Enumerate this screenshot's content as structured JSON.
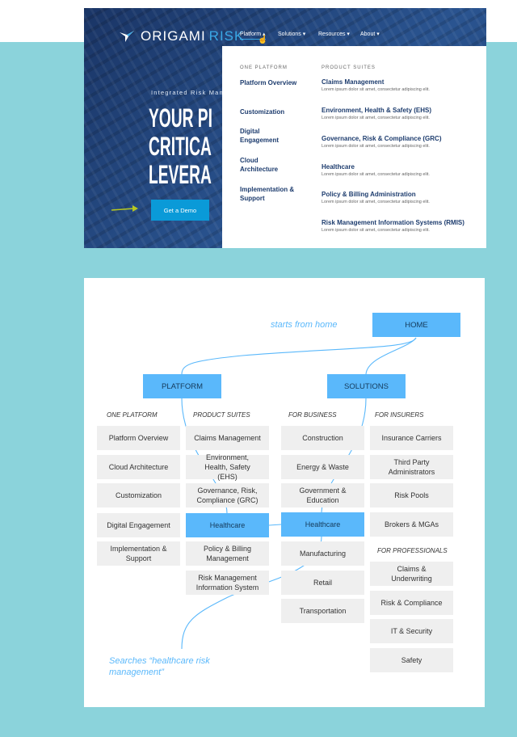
{
  "site": {
    "logo": {
      "word1": "ORIGAMI",
      "word2": "RISK"
    },
    "nav": [
      {
        "label": "Platform",
        "active": true
      },
      {
        "label": "Solutions"
      },
      {
        "label": "Resources"
      },
      {
        "label": "About"
      }
    ],
    "hero": {
      "subtitle": "Integrated Risk Man",
      "lines": [
        "YOUR PI",
        "CRITICA",
        "LEVERA"
      ],
      "cta": "Get a Demo"
    },
    "dropdown": {
      "one_platform": {
        "heading": "ONE PLATFORM",
        "items": [
          "Platform Overview",
          "Customization",
          "Digital Engagement",
          "Cloud Architecture",
          "Implementation & Support"
        ]
      },
      "product_suites": {
        "heading": "PRODUCT SUITES",
        "items": [
          {
            "title": "Claims Management",
            "desc": "Lorem ipsum dolor sit amet, consectetur adipiscing elit."
          },
          {
            "title": "Environment, Health & Safety (EHS)",
            "desc": "Lorem ipsum dolor sit amet, consectetur adipiscing elit."
          },
          {
            "title": "Governance, Risk & Compliance (GRC)",
            "desc": "Lorem ipsum dolor sit amet, consectetur adipiscing elit."
          },
          {
            "title": "Healthcare",
            "desc": "Lorem ipsum dolor sit amet, consectetur adipiscing elit."
          },
          {
            "title": "Policy & Billing Administration",
            "desc": "Lorem ipsum dolor sit amet, consectetur adipiscing elit."
          },
          {
            "title": "Risk Management Information Systems (RMIS)",
            "desc": "Lorem ipsum dolor sit amet, consectetur adipiscing elit."
          }
        ]
      }
    }
  },
  "flow": {
    "home": "HOME",
    "platform": "PLATFORM",
    "solutions": "SOLUTIONS",
    "note_start": "starts from home",
    "note_search": "Searches “healthcare risk management”",
    "columns": [
      {
        "heading": "ONE PLATFORM",
        "items": [
          "Platform Overview",
          "Cloud Architecture",
          "Customization",
          "Digital Engagement",
          "Implementation & Support"
        ]
      },
      {
        "heading": "PRODUCT SUITES",
        "items": [
          "Claims Management",
          "Environment, Health, Safety (EHS)",
          "Governance, Risk, Compliance (GRC)",
          "Healthcare",
          "Policy & Billing Management",
          "Risk Management Information System"
        ]
      },
      {
        "heading": "FOR BUSINESS",
        "items": [
          "Construction",
          "Energy & Waste",
          "Government & Education",
          "Healthcare",
          "Manufacturing",
          "Retail",
          "Transportation"
        ]
      },
      {
        "heading": "FOR INSURERS",
        "items": [
          "Insurance Carriers",
          "Third Party Administrators",
          "Risk Pools",
          "Brokers & MGAs"
        ]
      },
      {
        "heading": "FOR PROFESSIONALS",
        "items": [
          "Claims & Underwriting",
          "Risk & Compliance",
          "IT & Security",
          "Safety"
        ]
      }
    ],
    "highlighted": [
      "Healthcare"
    ]
  },
  "colors": {
    "navy": "#1d3c6e",
    "accent": "#0a9ad8",
    "flow_blue": "#5ab8fb",
    "teal_bg": "#8bd3db",
    "arrow": "#b8c81e"
  }
}
